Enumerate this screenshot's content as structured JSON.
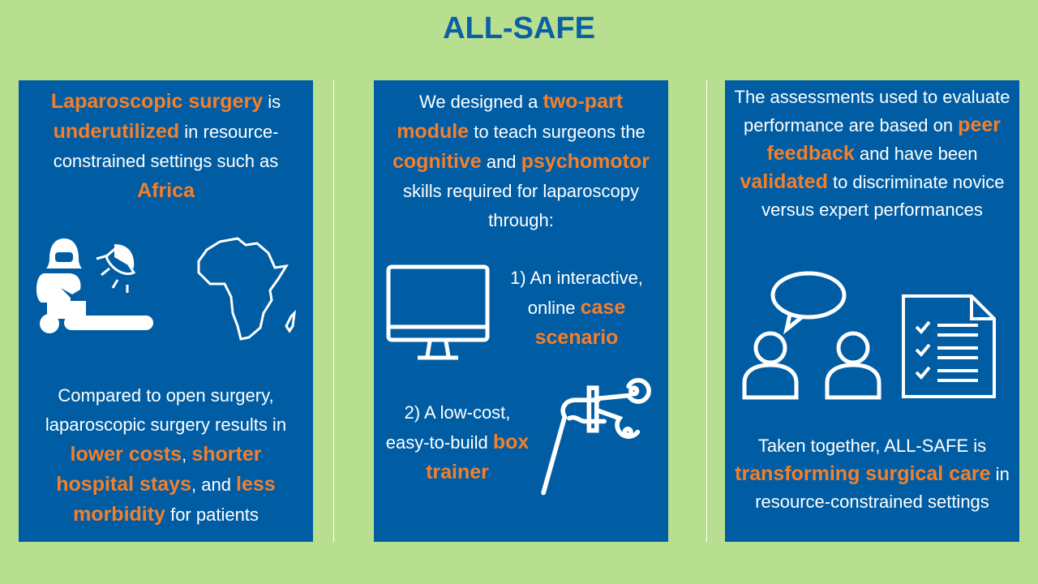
{
  "title": "ALL-SAFE",
  "colors": {
    "background": "#b8df8f",
    "panel": "#005da4",
    "accent": "#f37f2b",
    "title": "#0b5fa6"
  },
  "panels": [
    {
      "paragraphs": [
        [
          {
            "t": "Laparoscopic surgery",
            "hl": true
          },
          {
            "t": " is "
          },
          {
            "t": "underutilized",
            "hl": true
          },
          {
            "t": " in resource-constrained settings such as "
          },
          {
            "t": "Africa",
            "hl": true
          }
        ],
        [
          {
            "t": "Compared to open surgery, laparoscopic surgery results in "
          },
          {
            "t": "lower costs",
            "hl": true
          },
          {
            "t": ", "
          },
          {
            "t": "shorter hospital stays",
            "hl": true
          },
          {
            "t": ", and "
          },
          {
            "t": "less morbidity",
            "hl": true
          },
          {
            "t": " for patients"
          }
        ]
      ],
      "icons": [
        "surgeon-with-patient-icon",
        "africa-map-icon"
      ]
    },
    {
      "paragraphs": [
        [
          {
            "t": "We designed a "
          },
          {
            "t": "two-part module",
            "hl": true
          },
          {
            "t": " to teach surgeons the "
          },
          {
            "t": "cognitive",
            "hl": true
          },
          {
            "t": " and "
          },
          {
            "t": "psychomotor",
            "hl": true
          },
          {
            "t": " skills required for laparoscopy  through:"
          }
        ],
        [
          {
            "t": "1) An interactive, online "
          },
          {
            "t": "case scenario",
            "hl": true
          }
        ],
        [
          {
            "t": "2) A low-cost, easy-to-build "
          },
          {
            "t": "box trainer",
            "hl": true
          }
        ]
      ],
      "icons": [
        "computer-monitor-icon",
        "laparoscopic-instrument-icon"
      ]
    },
    {
      "paragraphs": [
        [
          {
            "t": "The assessments used to evaluate performance are based on "
          },
          {
            "t": "peer feedback",
            "hl": true
          },
          {
            "t": " and have been "
          },
          {
            "t": "validated",
            "hl": true
          },
          {
            "t": " to discriminate novice versus expert performances"
          }
        ],
        [
          {
            "t": "Taken together, ALL-SAFE is "
          },
          {
            "t": "transforming surgical care",
            "hl": true
          },
          {
            "t": " in resource-constrained settings"
          }
        ]
      ],
      "icons": [
        "peer-discussion-icon",
        "checklist-icon"
      ]
    }
  ]
}
